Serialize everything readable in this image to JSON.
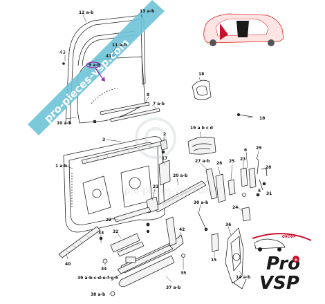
{
  "callouts": [
    {
      "id": "c12",
      "text": "12 a-b"
    },
    {
      "id": "c13",
      "text": "13 a-b"
    },
    {
      "id": "c43",
      "text": "43"
    },
    {
      "id": "c11",
      "text": "11 a-b"
    },
    {
      "id": "c9",
      "text": "9 a-b"
    },
    {
      "id": "c41",
      "text": "41"
    },
    {
      "id": "c18a",
      "text": "18"
    },
    {
      "id": "c8",
      "text": "8"
    },
    {
      "id": "c7",
      "text": "7 a-b"
    },
    {
      "id": "c10",
      "text": "10 a-b"
    },
    {
      "id": "c18b",
      "text": "18"
    },
    {
      "id": "c19",
      "text": "19 a b c d"
    },
    {
      "id": "c2",
      "text": "2"
    },
    {
      "id": "c3",
      "text": "3"
    },
    {
      "id": "c1",
      "text": "1 a-b"
    },
    {
      "id": "c17",
      "text": "17"
    },
    {
      "id": "c20",
      "text": "20 a-b"
    },
    {
      "id": "c27",
      "text": "27 a-b"
    },
    {
      "id": "c26",
      "text": "26"
    },
    {
      "id": "c25",
      "text": "25"
    },
    {
      "id": "c23",
      "text": "23"
    },
    {
      "id": "c6",
      "text": "6"
    },
    {
      "id": "c29",
      "text": "29"
    },
    {
      "id": "c28",
      "text": "28"
    },
    {
      "id": "c5",
      "text": "5"
    },
    {
      "id": "c31",
      "text": "31"
    },
    {
      "id": "c21",
      "text": "21"
    },
    {
      "id": "c22",
      "text": "22"
    },
    {
      "id": "c30",
      "text": "30 a-b"
    },
    {
      "id": "c24",
      "text": "24"
    },
    {
      "id": "c32",
      "text": "32"
    },
    {
      "id": "c33",
      "text": "33"
    },
    {
      "id": "c42",
      "text": "42"
    },
    {
      "id": "c36",
      "text": "36"
    },
    {
      "id": "c40",
      "text": "40"
    },
    {
      "id": "c34",
      "text": "34"
    },
    {
      "id": "c15",
      "text": "15"
    },
    {
      "id": "c39",
      "text": "39 a-b-c-d-e-f-g-h"
    },
    {
      "id": "c35",
      "text": "35"
    },
    {
      "id": "c14",
      "text": "14 a-b"
    },
    {
      "id": "c37",
      "text": "37 a-b"
    },
    {
      "id": "c38",
      "text": "38 a-b"
    }
  ],
  "watermark": {
    "band_text": "pro-pieces-vsp.com",
    "faint_text": "pro-pieces-vsp.com",
    "band_color": "#6fc3d8"
  },
  "logo": {
    "pro": "Pro",
    "vsp": "VSP",
    "group": "GROUP",
    "accent_color": "#c8102e"
  }
}
